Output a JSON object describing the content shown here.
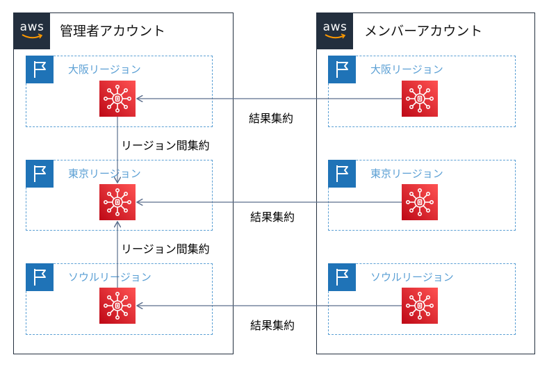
{
  "admin_account": {
    "title": "管理者アカウント",
    "logo_text": "aws",
    "regions": [
      {
        "label": "大阪リージョン"
      },
      {
        "label": "東京リージョン"
      },
      {
        "label": "ソウルリージョン"
      }
    ]
  },
  "member_account": {
    "title": "メンバーアカウント",
    "logo_text": "aws",
    "regions": [
      {
        "label": "大阪リージョン"
      },
      {
        "label": "東京リージョン"
      },
      {
        "label": "ソウルリージョン"
      }
    ]
  },
  "edge_labels": {
    "inter_region_top": "リージョン間集約",
    "inter_region_bottom": "リージョン間集約",
    "result_osaka": "結果集約",
    "result_tokyo": "結果集約",
    "result_seoul": "結果集約"
  },
  "icons": {
    "account_logo": "aws-logo-icon",
    "region": "region-flag-icon",
    "service": "security-hub-icon"
  },
  "colors": {
    "aws_dark": "#232f3e",
    "region_border": "#5a9fd4",
    "region_flag": "#1f73b7",
    "service_red": "#d6242d",
    "arrow": "#5b6e8c"
  }
}
